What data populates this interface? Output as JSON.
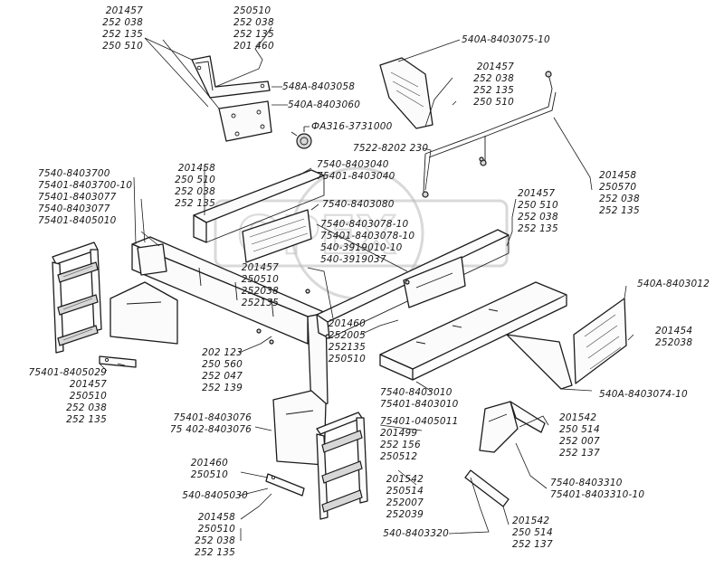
{
  "callouts": [
    {
      "id": "c01",
      "lines": [
        "201457",
        "252 038",
        "252 135",
        "250 510"
      ]
    },
    {
      "id": "c02",
      "lines": [
        "250510",
        "252 038",
        "252 135",
        "201 460"
      ]
    },
    {
      "id": "c03",
      "lines": [
        "548А-8403058"
      ]
    },
    {
      "id": "c04",
      "lines": [
        "540А-8403060"
      ]
    },
    {
      "id": "c05",
      "lines": [
        "ФАЗ16-3731000"
      ]
    },
    {
      "id": "c06",
      "lines": [
        "540А-8403075-10"
      ]
    },
    {
      "id": "c07",
      "lines": [
        "201457",
        "252 038",
        "252 135",
        "250 510"
      ]
    },
    {
      "id": "c08",
      "lines": [
        "7522-8202 230"
      ]
    },
    {
      "id": "c09",
      "lines": [
        "201458",
        "250570",
        "252 038",
        "252 135"
      ]
    },
    {
      "id": "c10",
      "lines": [
        "7540-8403700",
        "75401-8403700-10",
        "75401-8403077",
        "7540-8403077",
        "75401-8405010"
      ]
    },
    {
      "id": "c11",
      "lines": [
        "201458",
        "250 510",
        "252 038",
        "252 135"
      ]
    },
    {
      "id": "c12",
      "lines": [
        "7540-8403040",
        "75401-8403040"
      ]
    },
    {
      "id": "c13",
      "lines": [
        "7540-8403080"
      ]
    },
    {
      "id": "c14",
      "lines": [
        "201457",
        "250510",
        "252038",
        "252135"
      ]
    },
    {
      "id": "c15",
      "lines": [
        "7540-8403078-10",
        "75401-8403078-10",
        "540-3919010-10",
        "540-3919037"
      ]
    },
    {
      "id": "c16",
      "lines": [
        "201457",
        "250 510",
        "252 038",
        "252 135"
      ]
    },
    {
      "id": "c17",
      "lines": [
        "540А-8403012"
      ]
    },
    {
      "id": "c18",
      "lines": [
        "201460",
        "252005",
        "252135",
        "250510"
      ]
    },
    {
      "id": "c19",
      "lines": [
        "201454",
        "252038"
      ]
    },
    {
      "id": "c20",
      "lines": [
        "540А-8403074-10"
      ]
    },
    {
      "id": "c21",
      "lines": [
        "7540-8403010",
        "75401-8403010"
      ]
    },
    {
      "id": "c22",
      "lines": [
        "202 123",
        "250 560",
        "252 047",
        "252 139"
      ]
    },
    {
      "id": "c23",
      "lines": [
        "75401-8405029",
        "201457",
        "250510",
        "252 038",
        "252 135"
      ]
    },
    {
      "id": "c24",
      "lines": [
        "75401-8403076",
        "75 402-8403076"
      ]
    },
    {
      "id": "c25",
      "lines": [
        "75401-0405011",
        "201499",
        "252 156",
        "250512"
      ]
    },
    {
      "id": "c26",
      "lines": [
        "201542",
        "250 514",
        "252 007",
        "252 137"
      ]
    },
    {
      "id": "c27",
      "lines": [
        "7540-8403310",
        "75401-8403310-10"
      ]
    },
    {
      "id": "c28",
      "lines": [
        "201460",
        "250510"
      ]
    },
    {
      "id": "c29",
      "lines": [
        "540-8405030"
      ]
    },
    {
      "id": "c30",
      "lines": [
        "201542",
        "250514",
        "252007",
        "252039"
      ]
    },
    {
      "id": "c31",
      "lines": [
        "201458",
        "250510",
        "252 038",
        "252 135"
      ]
    },
    {
      "id": "c32",
      "lines": [
        "540-8403320"
      ]
    },
    {
      "id": "c33",
      "lines": [
        "201542",
        "250 514",
        "252 137"
      ]
    }
  ]
}
